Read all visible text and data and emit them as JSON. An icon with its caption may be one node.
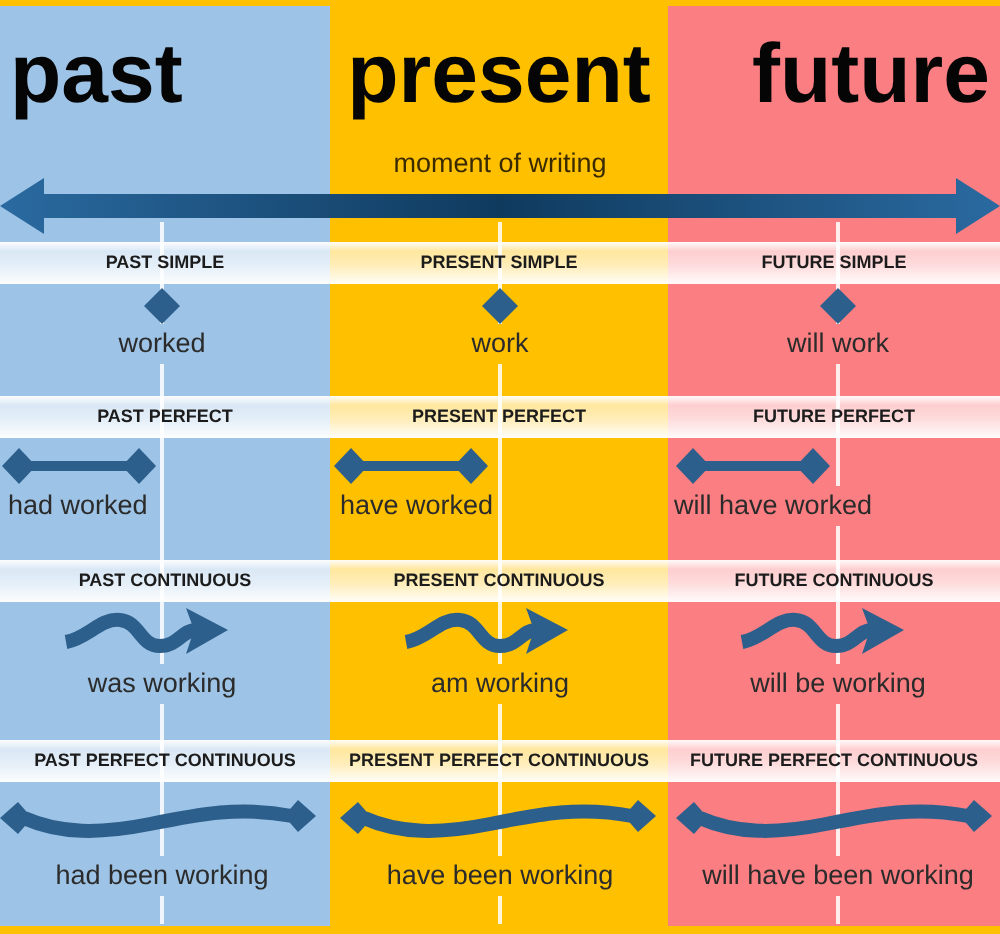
{
  "diagram": {
    "nodes": [
      {
        "text": [
          "past",
          "worked",
          "had worked",
          "was working",
          "had been working"
        ]
      },
      {
        "text": [
          "present",
          "work",
          "have worked",
          "am working",
          "have been working"
        ]
      },
      {
        "text": [
          "future",
          "will work",
          "will have worked",
          "will be working",
          "will have been working"
        ]
      },
      {
        "text": [
          "PAST SIMPLE"
        ],
        "in": 0
      },
      {
        "text": [
          "PRESENT SIMPLE"
        ],
        "in": 1
      },
      {
        "text": [
          "FUTURE SIMPLE"
        ],
        "in": 2
      },
      {
        "text": [
          "PAST PERFECT"
        ],
        "in": 0
      },
      {
        "text": [
          "PRESENT PERFECT"
        ],
        "in": 1
      },
      {
        "text": [
          "FUTURE PERFECT"
        ],
        "in": 2
      },
      {
        "text": [
          "PAST CONTINUOUS"
        ],
        "in": 0
      },
      {
        "text": [
          "PRESENT CONTINUOUS"
        ],
        "in": 1
      },
      {
        "text": [
          "FUTURE CONTINUOUS"
        ],
        "in": 2
      },
      {
        "text": [
          "PAST PERFECT CONTINUOUS"
        ],
        "in": 0
      },
      {
        "text": [
          "PRESENT PERFECT CONTINUOUS"
        ],
        "in": 1
      },
      {
        "text": [
          "FUTURE PERFECT CONTINUOUS"
        ],
        "in": 2
      }
    ],
    "labels": [
      "moment of writing"
    ]
  }
}
